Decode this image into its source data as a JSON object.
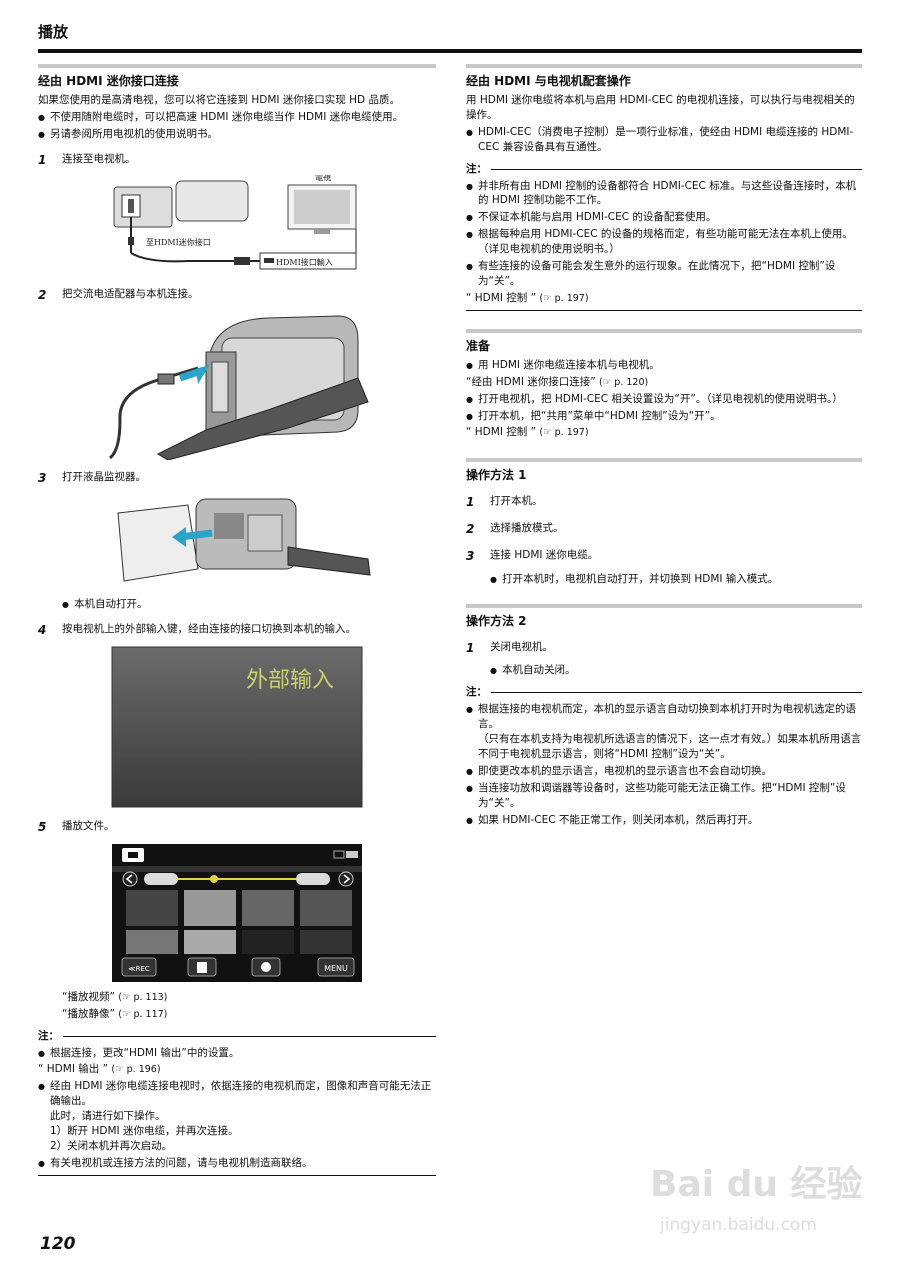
{
  "header": {
    "title": "播放"
  },
  "left": {
    "section_title": "经由 HDMI 迷你接口连接",
    "intro": "如果您使用的是高清电视，您可以将它连接到 HDMI 迷你接口实现 HD 品质。",
    "bullets": [
      "不使用随附电缆时，可以把高速 HDMI 迷你电缆当作 HDMI 迷你电缆使用。",
      "另请参阅所用电视机的使用说明书。"
    ],
    "steps": [
      {
        "num": "1",
        "text": "连接至电视机。"
      },
      {
        "num": "2",
        "text": "把交流电适配器与本机连接。"
      },
      {
        "num": "3",
        "text": "打开液晶监视器。"
      },
      {
        "num": "4",
        "text": "按电视机上的外部输入键，经由连接的接口切换到本机的输入。"
      },
      {
        "num": "5",
        "text": "播放文件。"
      }
    ],
    "fig1": {
      "tv_label": "電視",
      "camera_label": "至HDMI迷你接口",
      "tv_port_label": "HDMI接口輸入"
    },
    "step3_sub": "本机自动打开。",
    "fig4": {
      "screen_text": "外部输入"
    },
    "fig5": {
      "rec_button": "≪REC",
      "menu_button": "MENU"
    },
    "refs_after_step5": [
      {
        "text": "“播放视频”",
        "page": "(☞ p. 113)"
      },
      {
        "text": "“播放静像”",
        "page": "(☞ p. 117)"
      }
    ],
    "note_label": "注：",
    "notes": [
      "根据连接，更改“HDMI 输出”中的设置。"
    ],
    "note_ref": {
      "text": "“ HDMI 输出 ”",
      "page": "(☞ p. 196)"
    },
    "notes2": [
      "经由 HDMI 迷你电缆连接电视时，依据连接的电视机而定，图像和声音可能无法正确输出。",
      "有关电视机或连接方法的问题，请与电视机制造商联络。"
    ],
    "note2_extra": [
      "此时，请进行如下操作。",
      "1）断开 HDMI 迷你电缆，并再次连接。",
      "2）关闭本机并再次启动。"
    ]
  },
  "right": {
    "sec1": {
      "title": "经由 HDMI 与电视机配套操作",
      "intro": "用 HDMI 迷你电缆将本机与启用 HDMI-CEC 的电视机连接，可以执行与电视相关的操作。",
      "bullets": [
        "HDMI-CEC（消费电子控制）是一项行业标准，使经由 HDMI 电缆连接的 HDMI-CEC 兼容设备具有互通性。"
      ],
      "note_label": "注：",
      "notes": [
        "并非所有由 HDMI 控制的设备都符合 HDMI-CEC 标准。与这些设备连接时，本机的 HDMI 控制功能不工作。",
        "不保证本机能与启用 HDMI-CEC 的设备配套使用。",
        "根据每种启用 HDMI-CEC 的设备的规格而定，有些功能可能无法在本机上使用。（详见电视机的使用说明书。）",
        "有些连接的设备可能会发生意外的运行现象。在此情况下，把“HDMI 控制”设为“关”。"
      ],
      "ref": {
        "text": "“ HDMI 控制 ”",
        "page": "(☞ p. 197)"
      }
    },
    "sec2": {
      "title": "准备",
      "b1": "用 HDMI 迷你电缆连接本机与电视机。",
      "ref1": {
        "text": "“经由 HDMI 迷你接口连接”",
        "page": "(☞ p. 120)"
      },
      "b2": "打开电视机，把 HDMI-CEC 相关设置设为“开”。（详见电视机的使用说明书。）",
      "b3": "打开本机，把“共用”菜单中“HDMI 控制”设为“开”。",
      "ref2": {
        "text": "“ HDMI 控制 ”",
        "page": "(☞ p. 197)"
      }
    },
    "sec3": {
      "title": "操作方法 1",
      "steps": [
        {
          "num": "1",
          "text": "打开本机。"
        },
        {
          "num": "2",
          "text": "选择播放模式。"
        },
        {
          "num": "3",
          "text": "连接 HDMI 迷你电缆。"
        }
      ],
      "sub": "打开本机时，电视机自动打开，并切换到 HDMI 输入模式。"
    },
    "sec4": {
      "title": "操作方法 2",
      "steps": [
        {
          "num": "1",
          "text": "关闭电视机。"
        }
      ],
      "sub": "本机自动关闭。",
      "note_label": "注：",
      "notes": [
        "根据连接的电视机而定，本机的显示语言自动切换到本机打开时为电视机选定的语言。",
        "即使更改本机的显示语言，电视机的显示语言也不会自动切换。",
        "当连接功放和调谐器等设备时，这些功能可能无法正确工作。把“HDMI 控制”设为“关”。",
        "如果 HDMI-CEC 不能正常工作，则关闭本机，然后再打开。"
      ],
      "note1_extra": "（只有在本机支持为电视机所选语言的情况下，这一点才有效。）如果本机所用语言不同于电视机显示语言，则将“HDMI 控制”设为“关”。"
    }
  },
  "watermark": {
    "logo": "Bai du 经验",
    "url": "jingyan.baidu.com"
  },
  "page_number": "120"
}
